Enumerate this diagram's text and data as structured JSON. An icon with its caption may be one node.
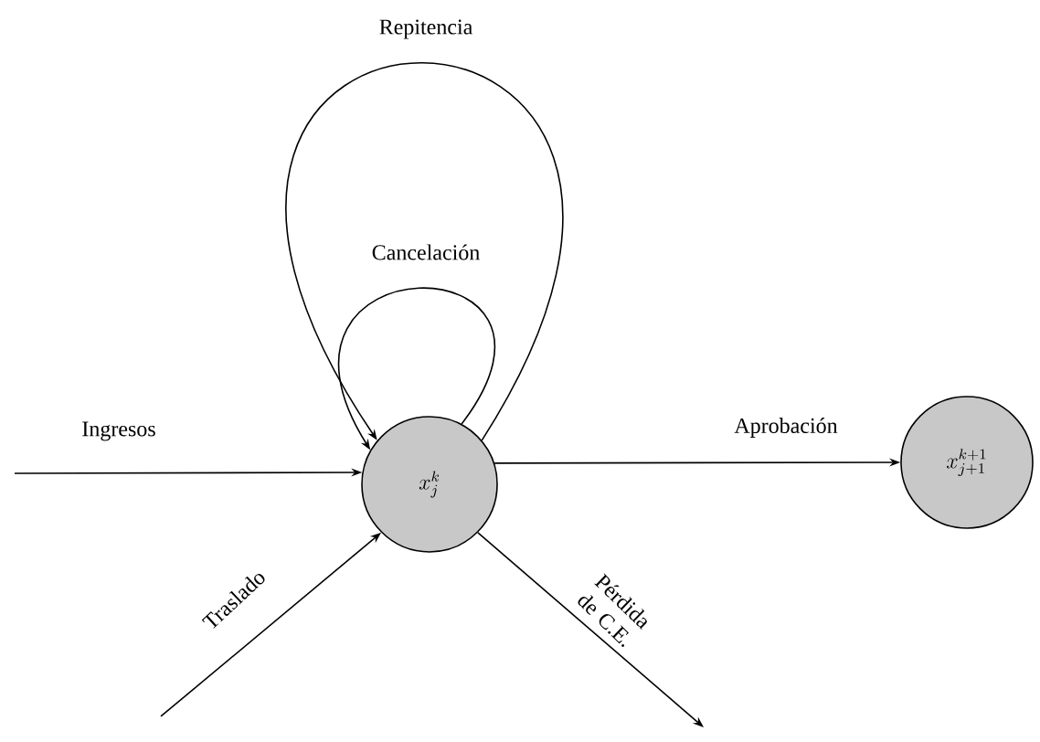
{
  "diagram": {
    "nodes": [
      {
        "text": [
          "x_j^k"
        ]
      },
      {
        "text": [
          "x_{j+1}^{k+1}"
        ]
      }
    ],
    "edges": [
      {
        "from": null,
        "to": 0,
        "arrow": "to",
        "label": "Ingresos"
      },
      {
        "from": 0,
        "to": 0,
        "arrow": "to",
        "label": "Repitencia"
      },
      {
        "from": 0,
        "to": 0,
        "arrow": "to",
        "label": "Cancelación"
      },
      {
        "from": 0,
        "to": 1,
        "arrow": "to",
        "label": "Aprobación"
      },
      {
        "from": null,
        "to": 0,
        "arrow": "to",
        "label": "Traslado"
      },
      {
        "from": 0,
        "to": null,
        "arrow": "to",
        "label": "Pérdida de C.E."
      }
    ]
  }
}
